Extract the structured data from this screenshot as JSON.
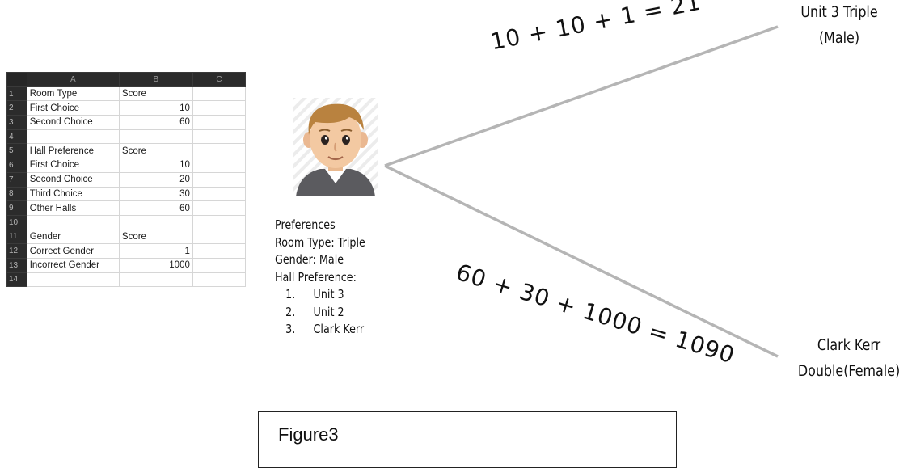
{
  "spreadsheet": {
    "columns": [
      "A",
      "B",
      "C"
    ],
    "rows": [
      {
        "n": "1",
        "a": "Room Type",
        "b": "Score",
        "num": false
      },
      {
        "n": "2",
        "a": "First Choice",
        "b": "10",
        "num": true
      },
      {
        "n": "3",
        "a": "Second Choice",
        "b": "60",
        "num": true
      },
      {
        "n": "4",
        "a": "",
        "b": "",
        "num": false
      },
      {
        "n": "5",
        "a": "Hall Preference",
        "b": "Score",
        "num": false
      },
      {
        "n": "6",
        "a": "First Choice",
        "b": "10",
        "num": true
      },
      {
        "n": "7",
        "a": "Second Choice",
        "b": "20",
        "num": true
      },
      {
        "n": "8",
        "a": "Third Choice",
        "b": "30",
        "num": true
      },
      {
        "n": "9",
        "a": "Other Halls",
        "b": "60",
        "num": true
      },
      {
        "n": "10",
        "a": "",
        "b": "",
        "num": false
      },
      {
        "n": "11",
        "a": "Gender",
        "b": "Score",
        "num": false
      },
      {
        "n": "12",
        "a": "Correct Gender",
        "b": "1",
        "num": true
      },
      {
        "n": "13",
        "a": "Incorrect Gender",
        "b": "1000",
        "num": true
      },
      {
        "n": "14",
        "a": "",
        "b": "",
        "num": false
      }
    ]
  },
  "avatar": {
    "icon": "student-avatar-icon"
  },
  "preferences": {
    "title": "Preferences",
    "room_type": "Room Type: Triple",
    "gender": "Gender: Male",
    "hall_label": "Hall Preference:",
    "halls": [
      {
        "num": "1.",
        "name": "Unit 3"
      },
      {
        "num": "2.",
        "name": "Unit 2"
      },
      {
        "num": "3.",
        "name": "Clark Kerr"
      }
    ]
  },
  "paths": {
    "upper_equation": "10 + 10 + 1 = 21",
    "lower_equation": "60 + 30 + 1000 = 1090",
    "line_color": "#b5b5b5"
  },
  "destinations": {
    "upper": {
      "line1": "Unit 3 Triple",
      "line2": "(Male)"
    },
    "lower": {
      "line1": "Clark Kerr",
      "line2": "Double(Female)"
    }
  },
  "caption": "Figure3"
}
